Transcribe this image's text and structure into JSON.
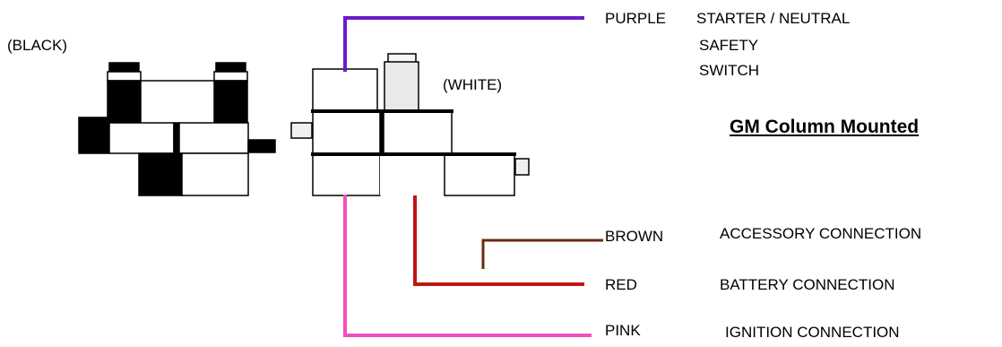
{
  "labels": {
    "black_connector": "(BLACK)",
    "white_connector": "(WHITE)",
    "title": "GM Column Mounted"
  },
  "wires": [
    {
      "id": "purple",
      "color_name": "PURPLE",
      "description_lines": [
        "STARTER / NEUTRAL",
        "SAFETY",
        "SWITCH"
      ],
      "stroke": "#6a1ccc"
    },
    {
      "id": "brown",
      "color_name": "BROWN",
      "description_lines": [
        "ACCESSORY CONNECTION"
      ],
      "stroke": "#6b2a10"
    },
    {
      "id": "red",
      "color_name": "RED",
      "description_lines": [
        "BATTERY CONNECTION"
      ],
      "stroke": "#c01616"
    },
    {
      "id": "pink",
      "color_name": "PINK",
      "description_lines": [
        "IGNITION CONNECTION"
      ],
      "stroke": "#f24fbc"
    }
  ]
}
